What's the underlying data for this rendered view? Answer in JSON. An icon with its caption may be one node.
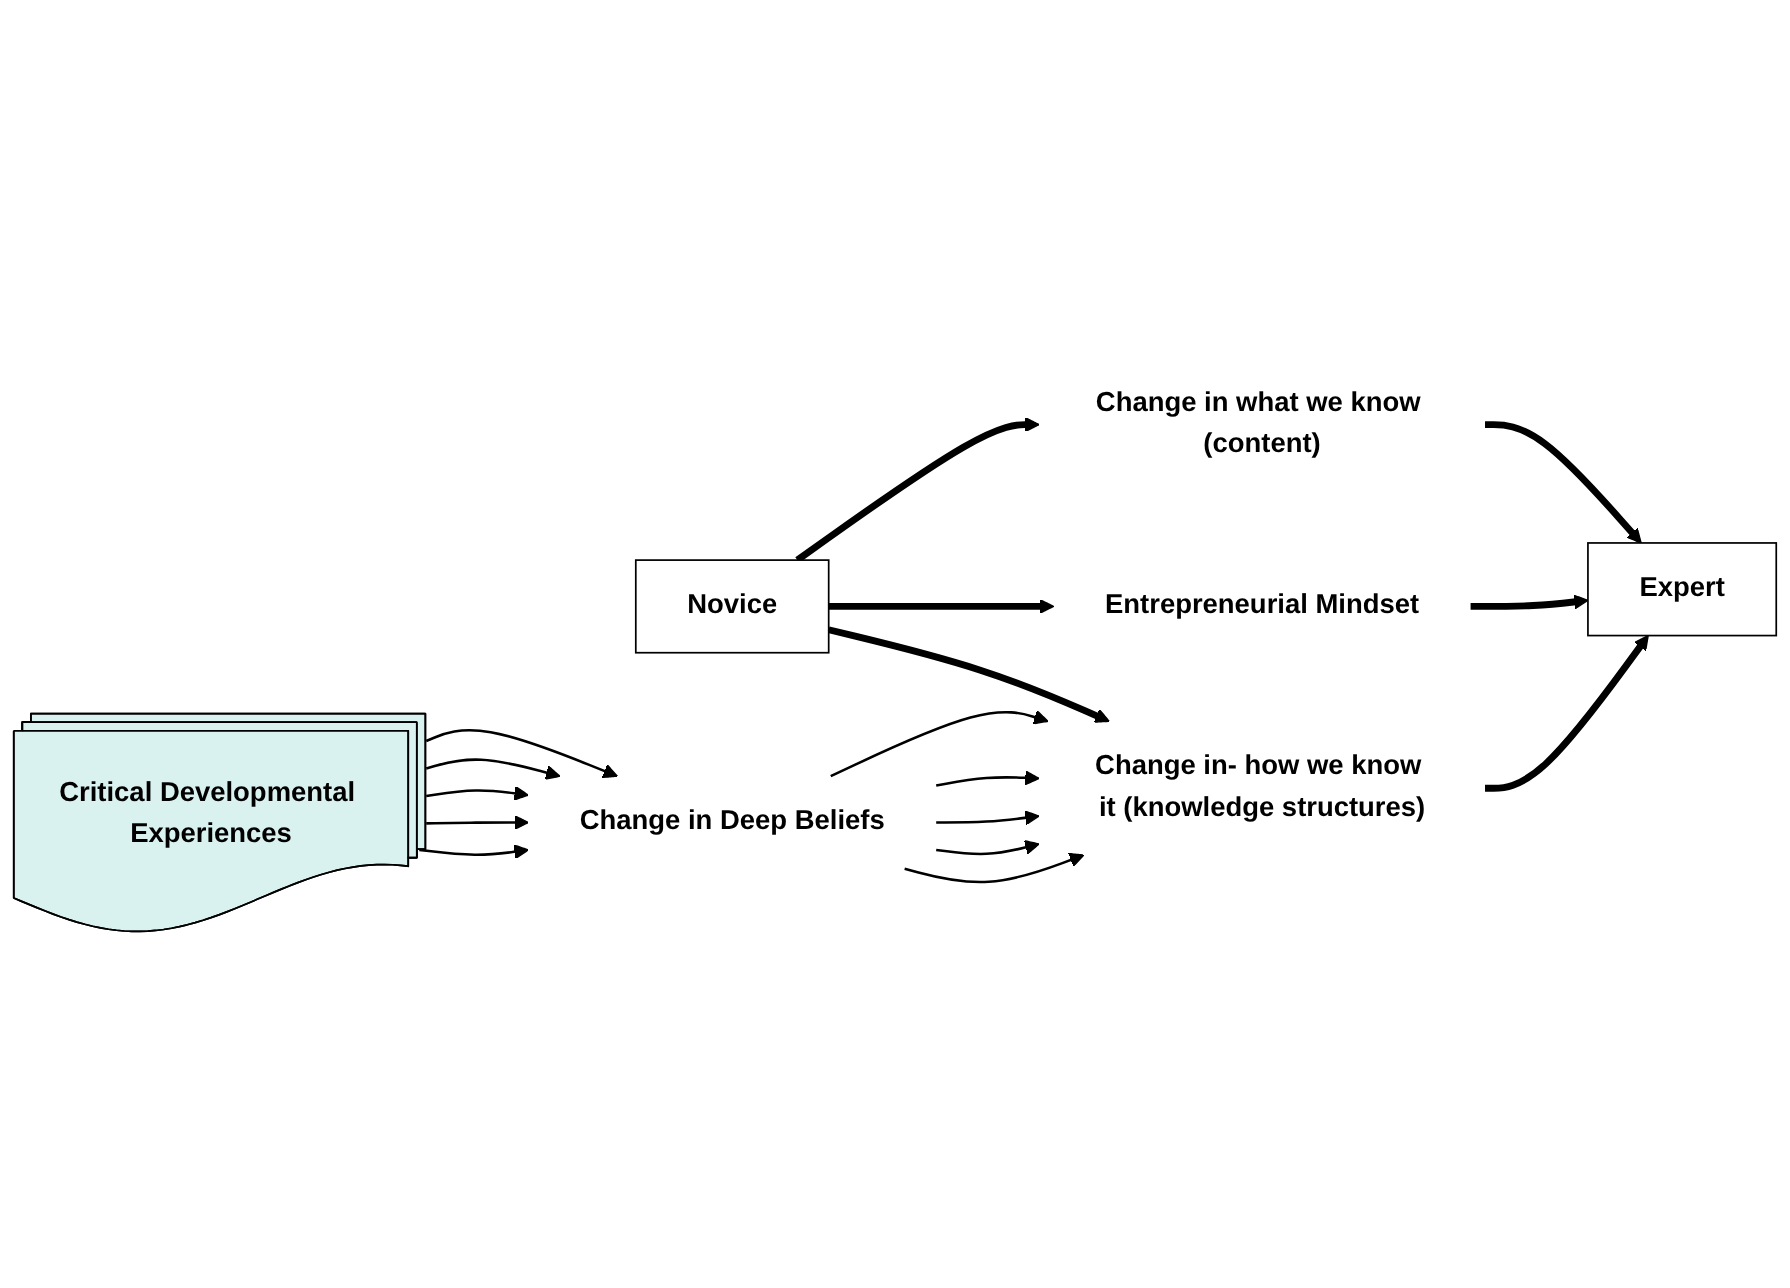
{
  "diagram": {
    "nodes": [
      {
        "text": [
          "Change in what we know (content)"
        ]
      },
      {
        "text": [
          "Novice"
        ]
      },
      {
        "text": [
          "Entrepreneurial Mindset"
        ]
      },
      {
        "text": [
          "Expert"
        ]
      },
      {
        "text": [
          "Change in- how we know it (knowledge structures)"
        ]
      },
      {
        "text": [
          "Change in Deep Beliefs"
        ]
      },
      {
        "text": [
          "Critical Developmental Experiences"
        ]
      }
    ],
    "edges": [
      {
        "from": 1,
        "to": 0,
        "arrow": "to",
        "style": "thick"
      },
      {
        "from": 0,
        "to": 3,
        "arrow": "to",
        "style": "thick"
      },
      {
        "from": 1,
        "to": 2,
        "arrow": "to",
        "style": "thick"
      },
      {
        "from": 2,
        "to": 3,
        "arrow": "to",
        "style": "thick"
      },
      {
        "from": 1,
        "to": 4,
        "arrow": "to",
        "style": "thick"
      },
      {
        "from": 4,
        "to": 3,
        "arrow": "to",
        "style": "thick"
      },
      {
        "from": 5,
        "to": 4,
        "arrow": "to"
      },
      {
        "from": 5,
        "to": 4,
        "arrow": "to"
      },
      {
        "from": 5,
        "to": 4,
        "arrow": "to"
      },
      {
        "from": 5,
        "to": 4,
        "arrow": "to"
      },
      {
        "from": 5,
        "to": 4,
        "arrow": "to"
      },
      {
        "from": 6,
        "to": 5,
        "arrow": "to"
      },
      {
        "from": 6,
        "to": 5,
        "arrow": "to"
      },
      {
        "from": 6,
        "to": 5,
        "arrow": "to"
      },
      {
        "from": 6,
        "to": 5,
        "arrow": "to"
      },
      {
        "from": 6,
        "to": 5,
        "arrow": "to"
      }
    ]
  }
}
